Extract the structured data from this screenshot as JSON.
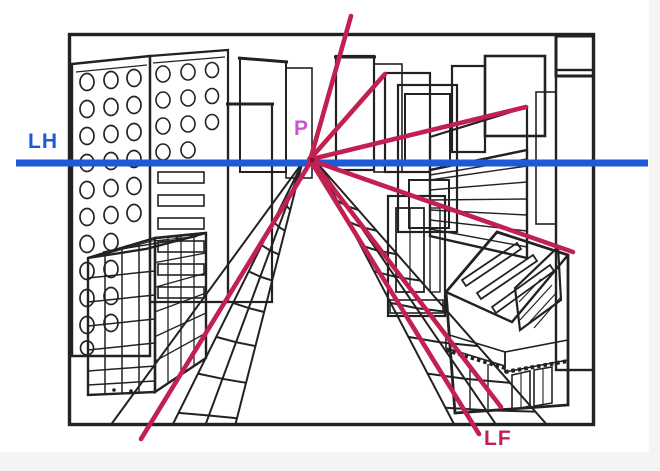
{
  "figure": {
    "labels": {
      "horizon": "LH",
      "vanishing_point": "P",
      "vanishing_lines": "LF"
    },
    "colors": {
      "horizon_line": "#1d5ad8",
      "vanishing_lines": "#c22050",
      "point_label": "#c558cd",
      "ink": "#222222",
      "paper": "#ffffff",
      "margin": "#f4f4f2"
    }
  }
}
